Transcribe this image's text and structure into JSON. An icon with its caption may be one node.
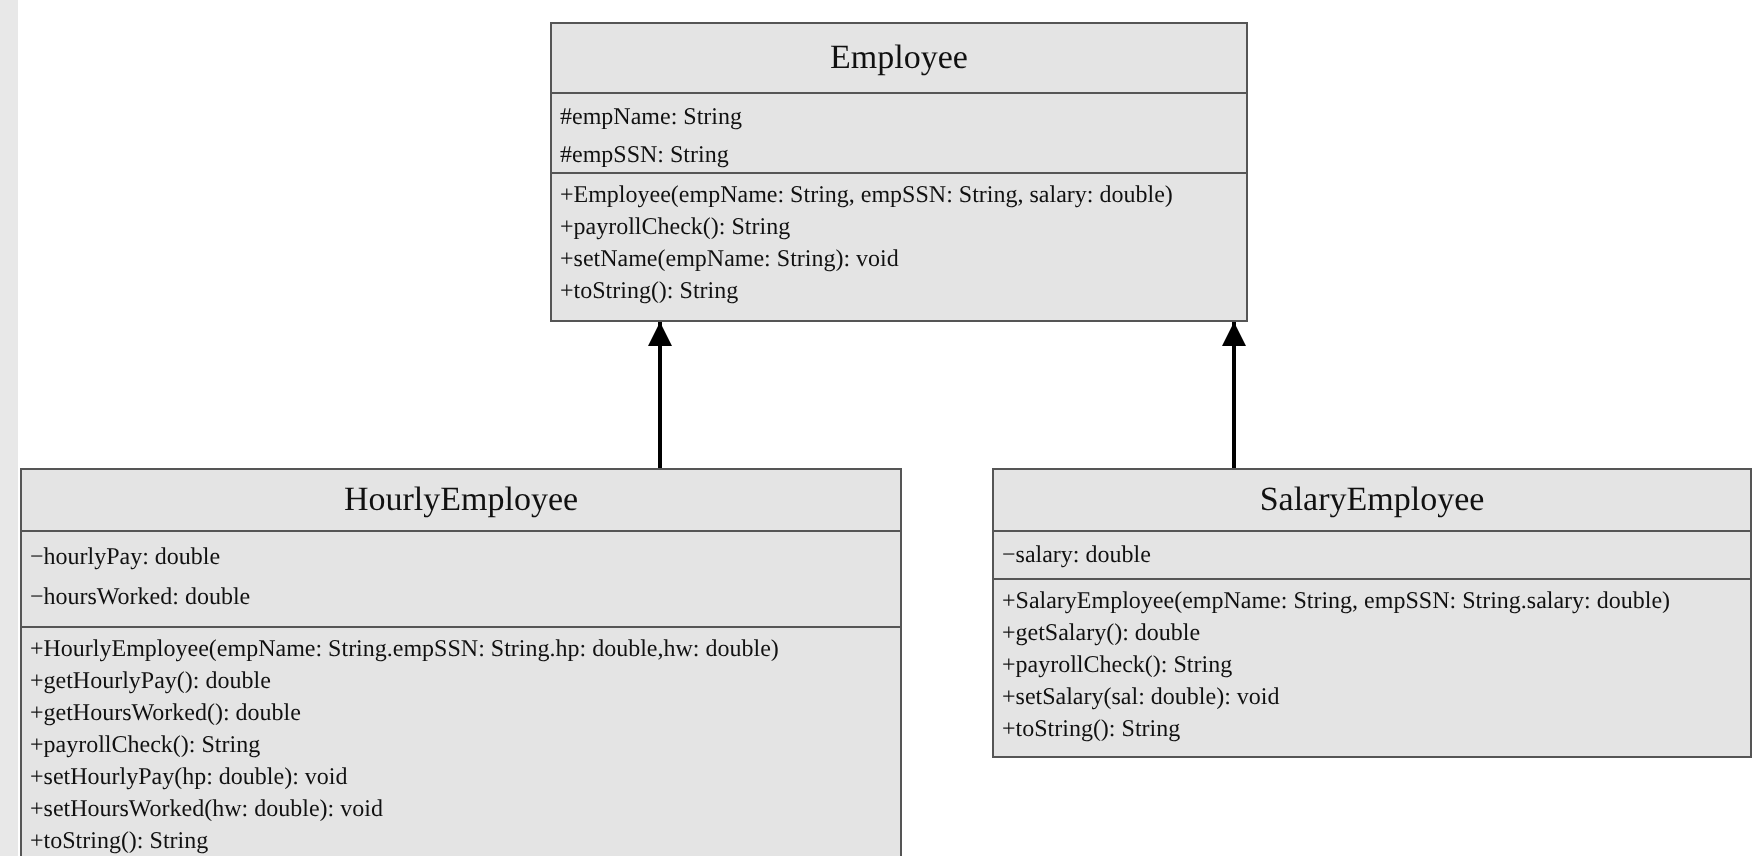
{
  "diagram": {
    "nodes": [
      {
        "text": [
          "Employee"
        ]
      },
      {
        "text": [
          "#empName: String",
          "#empSSN: String"
        ],
        "in": 0
      },
      {
        "text": [
          "+Employee(empName: String, empSSN: String, salary: double)",
          "+payrollCheck(): String",
          "+setName(empName: String): void",
          "+toString(): String"
        ],
        "in": 0
      },
      {
        "text": [
          "HourlyEmployee"
        ]
      },
      {
        "text": [
          "−hourlyPay: double",
          "−hoursWorked: double"
        ],
        "in": 3
      },
      {
        "text": [
          "+HourlyEmployee(empName: String.empSSN: String.hp: double,hw: double)",
          "+getHourlyPay(): double",
          "+getHoursWorked(): double",
          "+payrollCheck(): String",
          "+setHourlyPay(hp: double): void",
          "+setHoursWorked(hw: double): void",
          "+toString(): String"
        ],
        "in": 3
      },
      {
        "text": [
          "SalaryEmployee"
        ]
      },
      {
        "text": [
          "−salary: double"
        ],
        "in": 6
      },
      {
        "text": [
          "+SalaryEmployee(empName: String, empSSN: String.salary: double)",
          "+getSalary(): double",
          "+payrollCheck(): String",
          "+setSalary(sal: double): void",
          "+toString(): String"
        ],
        "in": 6
      }
    ],
    "edges": [
      {
        "from": 3,
        "to": 0,
        "arrow": "to"
      },
      {
        "from": 6,
        "to": 0,
        "arrow": "to"
      }
    ]
  }
}
